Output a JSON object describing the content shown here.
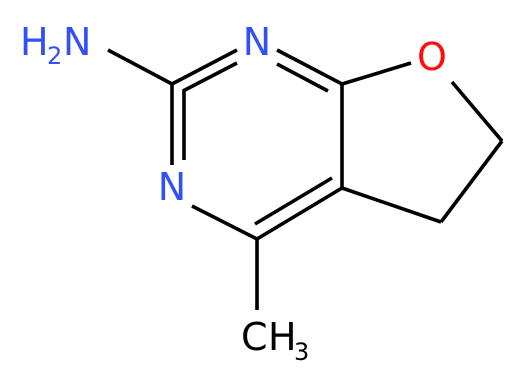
{
  "atoms": {
    "amine_nitrogen": "N",
    "amine_hydrogen": "H",
    "amine_hydrogen_count": "2",
    "ring_nitrogen_top": "N",
    "ring_nitrogen_bottom": "N",
    "ring_oxygen": "O",
    "methyl_carbon": "C",
    "methyl_hydrogen": "H",
    "methyl_hydrogen_count": "3"
  },
  "colors": {
    "bond": "#000000",
    "nitrogen": "#3050F8",
    "oxygen": "#FF0D0D",
    "carbon": "#000000",
    "background": "#FFFFFF"
  }
}
